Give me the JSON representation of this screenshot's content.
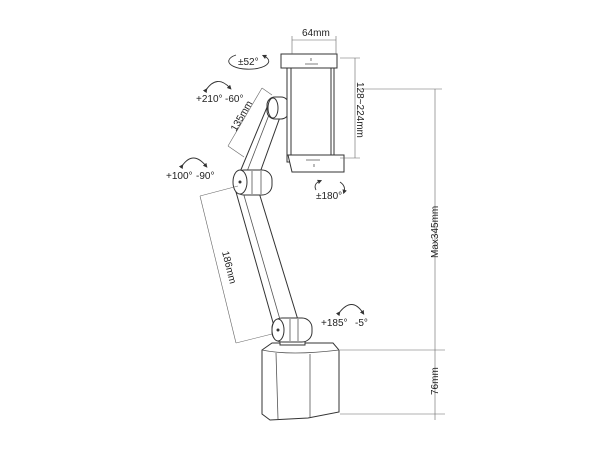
{
  "dimensions": {
    "holder_width": "64mm",
    "holder_range": "128~224mm",
    "upper_arm": "135mm",
    "lower_arm": "186mm",
    "max_height": "Max345mm",
    "base_height": "76mm"
  },
  "rotations": {
    "holder_swivel": "±52°",
    "upper_joint_pos": "+210°",
    "upper_joint_neg": "-60°",
    "middle_joint_pos": "+100°",
    "middle_joint_neg": "-90°",
    "holder_rotate": "±180°",
    "base_joint_pos": "+185°",
    "base_joint_neg": "-5°"
  }
}
